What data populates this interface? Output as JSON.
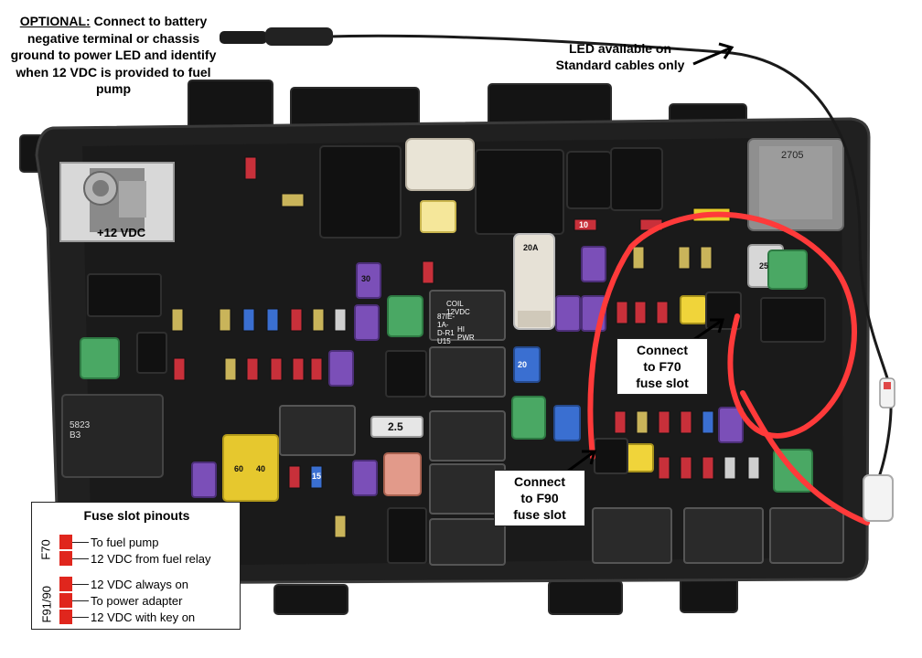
{
  "annotations": {
    "optional_label": "OPTIONAL:",
    "optional_text": " Connect to battery negative terminal or chassis ground to power LED and identify when 12 VDC is provided to fuel pump",
    "led_note_line1": "LED available on",
    "led_note_line2": "Standard cables only",
    "plus12": "+12 VDC",
    "f70_line1": "Connect",
    "f70_line2": "to F70",
    "f70_line3": "fuse slot",
    "f90_line1": "Connect",
    "f90_line2": "to F90",
    "f90_line3": "fuse slot"
  },
  "legend": {
    "title": "Fuse slot pinouts",
    "f70_id": "F70",
    "f70_pins": [
      "To fuel pump",
      "12 VDC from fuel relay"
    ],
    "f9190_id": "F91/90",
    "f9190_pins": [
      "12 VDC always on",
      "To power adapter",
      "12 VDC with key on"
    ]
  },
  "fuse_labels": {
    "f10": "10",
    "f15": "15",
    "f20": "20",
    "f25": "25",
    "f30": "30",
    "f40": "40",
    "f60": "60",
    "f25_left": "2.5",
    "maxi_rating": "20A"
  },
  "relay_text": {
    "coil": "COIL 12VDC",
    "part": "87IE-1A-D-R1 U15",
    "hipwr": "HI PWR",
    "big_relay_code": "2705",
    "left_relay_code": "5823 B3"
  },
  "colors": {
    "red_fuse": "#c8303a",
    "tan_fuse": "#c9b45a",
    "blue_fuse": "#3a6fd1",
    "purple_fuse": "#7b4fb8",
    "green_fuse": "#3fae5a",
    "yellow_fuse": "#e8cd2a",
    "wire_red": "#ff3a3a",
    "legend_red": "#e0261d"
  }
}
